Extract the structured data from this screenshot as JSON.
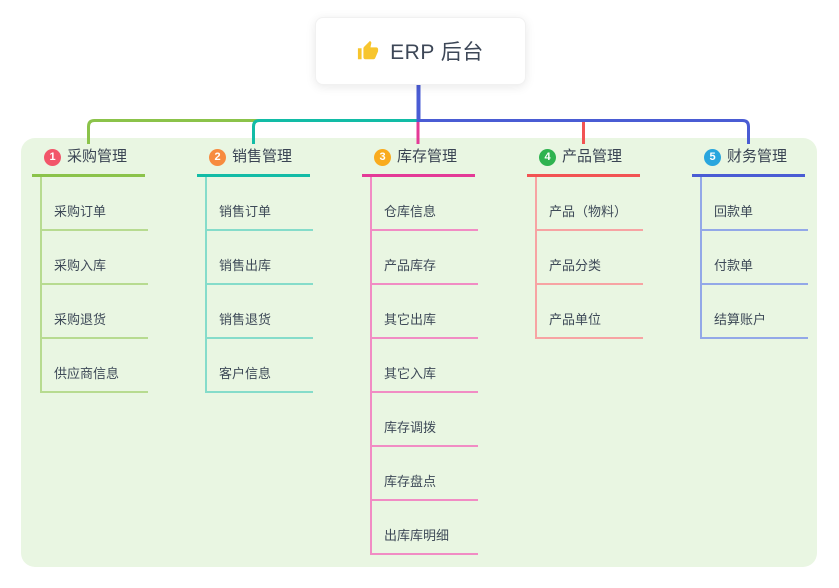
{
  "canvas": {
    "background": "#e9f6e2",
    "page_background": "#ffffff"
  },
  "root": {
    "title": "ERP 后台",
    "icon": "thumbs-up-icon",
    "icon_color": "#f7c52d",
    "text_color": "#3d4757",
    "stem_color": "#4a5cd4"
  },
  "branches": [
    {
      "index": "1",
      "label": "采购管理",
      "colors": {
        "badge": "#f2566a",
        "main": "#8bc34a",
        "light": "#b7db90"
      },
      "children": [
        "采购订单",
        "采购入库",
        "采购退货",
        "供应商信息"
      ]
    },
    {
      "index": "2",
      "label": "销售管理",
      "colors": {
        "badge": "#f78b3f",
        "main": "#12bca6",
        "light": "#85dcca"
      },
      "children": [
        "销售订单",
        "销售出库",
        "销售退货",
        "客户信息"
      ]
    },
    {
      "index": "3",
      "label": "库存管理",
      "colors": {
        "badge": "#f9ab1e",
        "main": "#e43a97",
        "light": "#f18cc4"
      },
      "children": [
        "仓库信息",
        "产品库存",
        "其它出库",
        "其它入库",
        "库存调拨",
        "库存盘点",
        "出库库明细"
      ]
    },
    {
      "index": "4",
      "label": "产品管理",
      "colors": {
        "badge": "#2fb350",
        "main": "#f25353",
        "light": "#f7a3a3"
      },
      "children": [
        "产品（物料）",
        "产品分类",
        "产品单位"
      ]
    },
    {
      "index": "5",
      "label": "财务管理",
      "colors": {
        "badge": "#29a6de",
        "main": "#4a5cd4",
        "light": "#93a8e8"
      },
      "children": [
        "回款单",
        "付款单",
        "结算账户"
      ]
    }
  ]
}
